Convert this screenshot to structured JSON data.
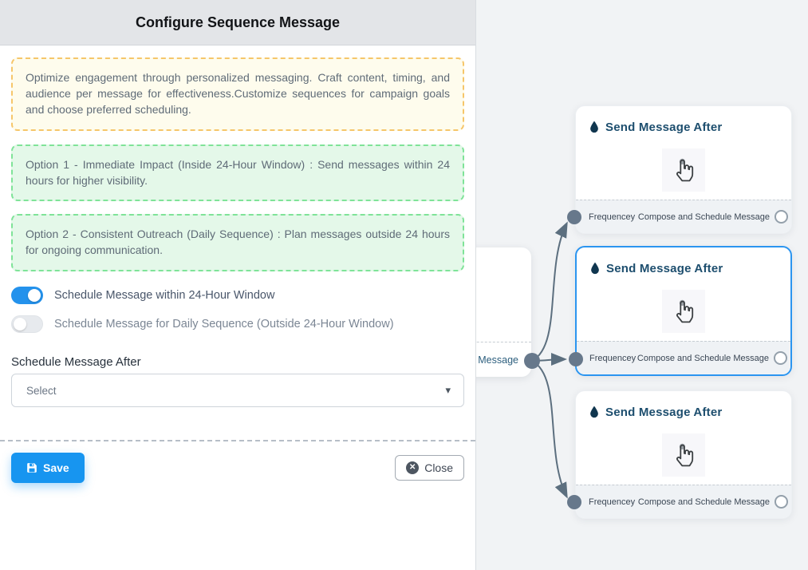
{
  "modal": {
    "title": "Configure Sequence Message",
    "info_text": "Optimize engagement through personalized messaging. Craft content, timing, and audience per message for effectiveness.Customize sequences for campaign goals and choose preferred scheduling.",
    "option1_text": "Option 1 - Immediate Impact (Inside 24-Hour Window) : Send messages within 24 hours for higher visibility.",
    "option2_text": "Option 2 - Consistent Outreach (Daily Sequence) : Plan messages outside 24 hours for ongoing communication.",
    "toggles": [
      {
        "label": "Schedule Message within 24-Hour Window",
        "state": "on"
      },
      {
        "label": "Schedule Message for Daily Sequence (Outside 24-Hour Window)",
        "state": "off"
      }
    ],
    "select_field": {
      "label": "Schedule Message After",
      "value": "Select"
    },
    "buttons": {
      "save": "Save",
      "close": "Close"
    }
  },
  "canvas": {
    "partial_node": {
      "footer_fragment": "ce Message"
    },
    "nodes": [
      {
        "title": "Send Message After",
        "footer_left": "Frequencey",
        "footer_right": "Compose and Schedule Message",
        "selected": false
      },
      {
        "title": "Send Message After",
        "footer_left": "Frequencey",
        "footer_right": "Compose and Schedule Message",
        "selected": true
      },
      {
        "title": "Send Message After",
        "footer_left": "Frequencey",
        "footer_right": "Compose and Schedule Message",
        "selected": false
      }
    ]
  },
  "icons": {
    "node_icon": "droplet",
    "node_body_icon": "hand-pointer-tap",
    "save_icon": "floppy-disk",
    "close_icon": "circle-x",
    "select_caret": "▾"
  },
  "colors": {
    "primary_blue": "#1795f0",
    "toggle_on_blue": "#2492ec",
    "selected_node_border": "#2b95f0",
    "edge_gray": "#5c6f7f",
    "handle_gray": "#67788b",
    "node_title_navy": "#1d4e6e",
    "alert_yellow_bg": "#fefced",
    "alert_yellow_border": "#f6c66a",
    "alert_green_bg": "#e4f8e9",
    "alert_green_border": "#7fe398",
    "header_bg": "#e3e5e8",
    "canvas_bg": "#f1f3f5"
  }
}
